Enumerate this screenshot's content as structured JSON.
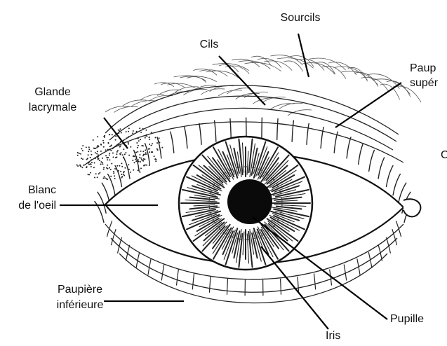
{
  "labels": {
    "sourcils": "Sourcils",
    "cils": "Cils",
    "paupiere_superieure_1": "Paup",
    "paupiere_superieure_2": "supér",
    "glande_1": "Glande",
    "glande_2": "lacrymale",
    "blanc_1": "Blanc",
    "blanc_2": "de l'oeil",
    "cut_letter": "C",
    "paupiere_inferieure_1": "Paupière",
    "paupiere_inferieure_2": "inférieure",
    "pupille": "Pupille",
    "iris": "Iris"
  },
  "colors": {
    "ink": "#111111",
    "iris_dark": "#3a3a3a",
    "pupil": "#0a0a0a",
    "sclera": "#ffffff"
  }
}
